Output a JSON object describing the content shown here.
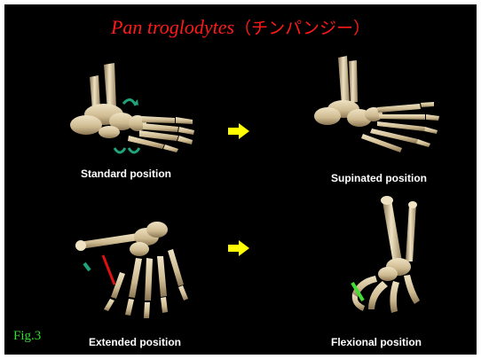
{
  "title": {
    "latin": "Pan troglodytes",
    "japanese": "（チンパンジー）"
  },
  "captions": {
    "standard": "Standard position",
    "supinated": "Supinated position",
    "extended": "Extended position",
    "flexional": "Flexional position"
  },
  "figure_label": "Fig.3",
  "colors": {
    "background": "#000000",
    "title": "#ff1a1a",
    "bone": "#d9c9a3",
    "bone_shadow": "#8a7553",
    "arrow": "#ffff00",
    "rotation_marker": "#1fa37a",
    "extension_marker": "#e01010",
    "flexion_marker": "#44dd33",
    "figure_label": "#33dd33"
  }
}
